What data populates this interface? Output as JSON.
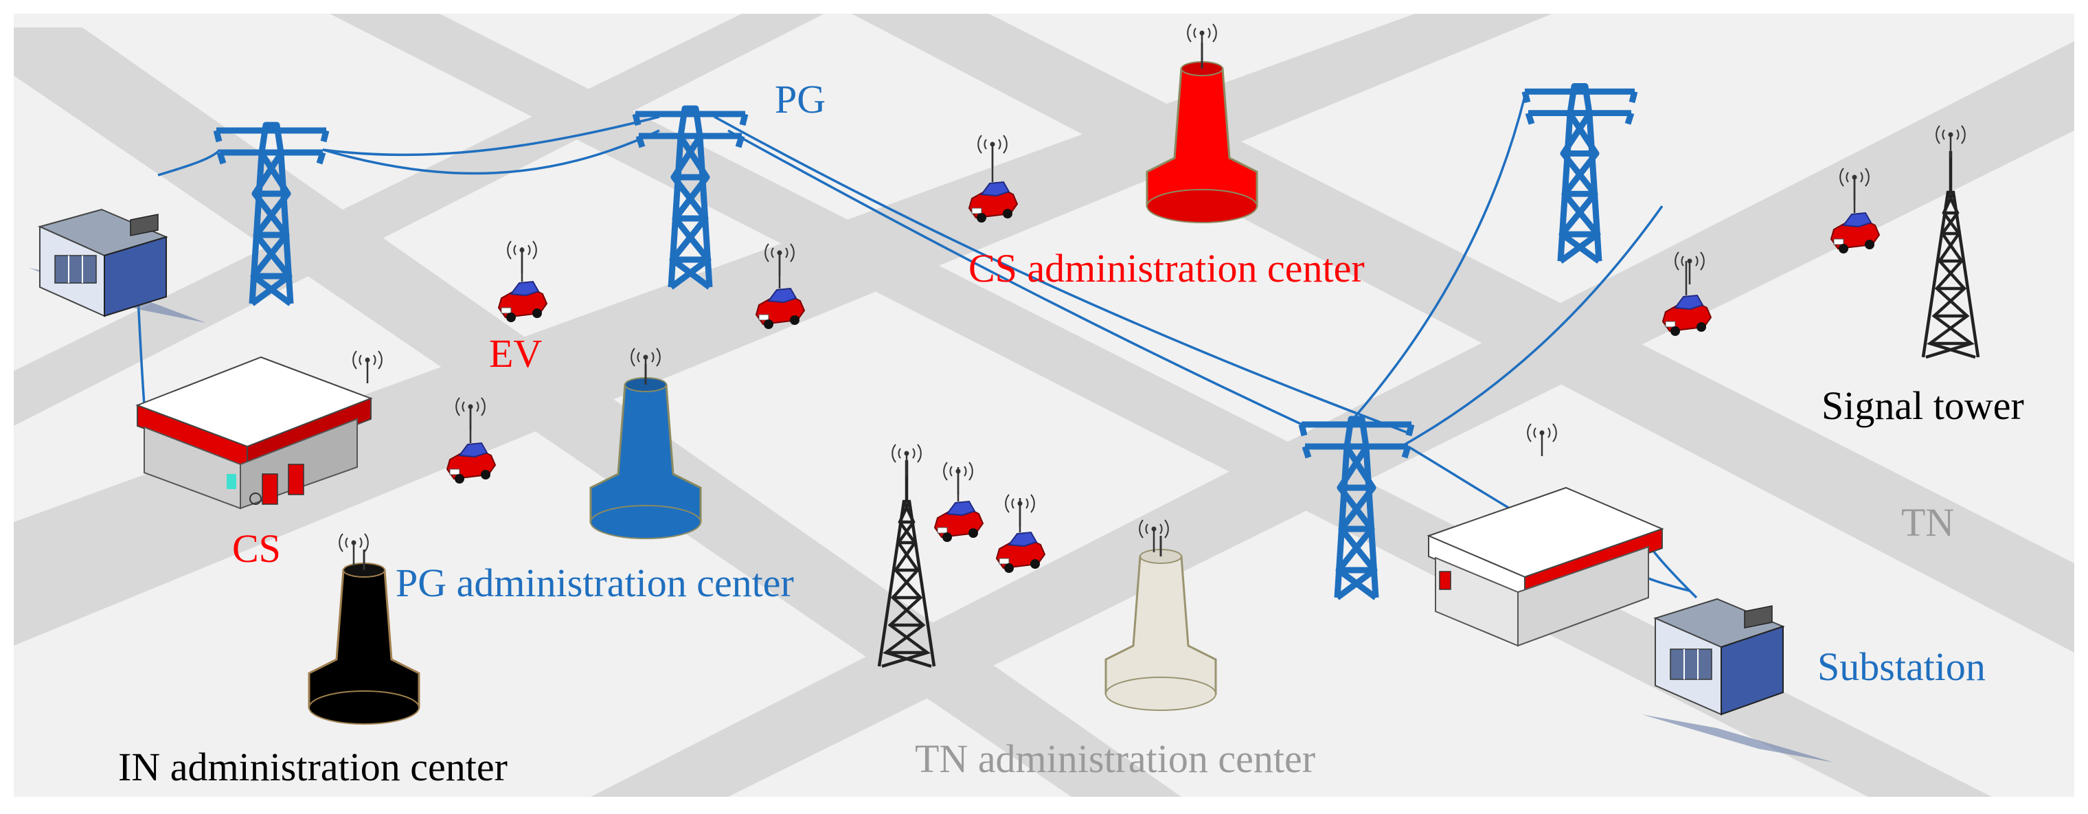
{
  "labels": {
    "pg": "PG",
    "ev": "EV",
    "cs": "CS",
    "cs_center": "CS administration center",
    "pg_center": "PG administration center",
    "in_center": "IN administration center",
    "tn_center": "TN administration center",
    "signal_tower": "Signal tower",
    "tn": "TN",
    "substation": "Substation"
  },
  "colors": {
    "background": "#f2f2f2",
    "road": "#d9d9d9",
    "power_grid": "#1f6fbf",
    "charging_station": "#ff0000",
    "transport_network": "#9a9a9a",
    "information_network": "#000000"
  },
  "icons": [
    "pylon-icon",
    "ev-car-icon",
    "signal-tower-icon",
    "admin-center-icon",
    "charging-station-icon",
    "substation-icon",
    "wireless-signal-icon"
  ]
}
